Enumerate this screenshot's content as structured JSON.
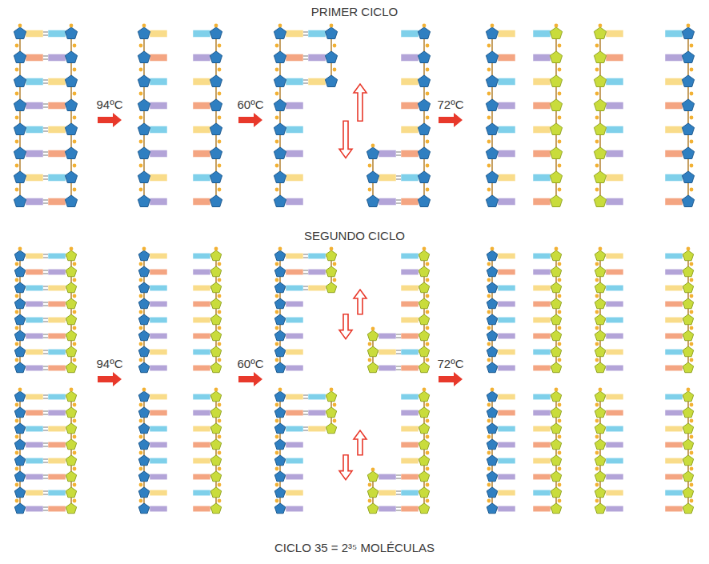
{
  "diagram": {
    "labels": [
      "PRIMER CICLO",
      "94ºC",
      "60ºC",
      "72ºC",
      "SEGUNDO CICLO",
      "94ºC",
      "60ºC",
      "72ºC",
      "CICLO 35 = 2³⁵ MOLÉCULAS"
    ]
  }
}
